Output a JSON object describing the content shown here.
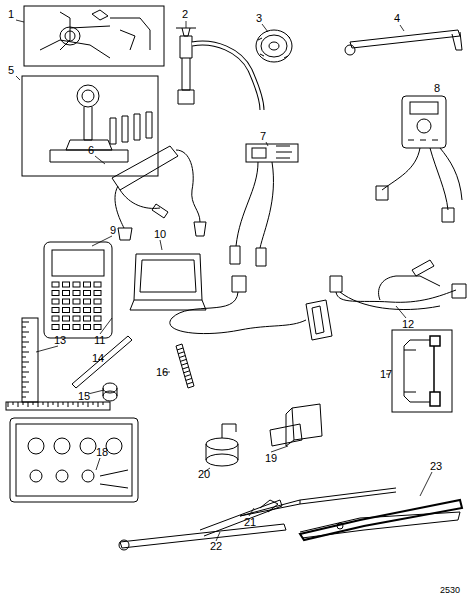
{
  "diagram": {
    "labels": [
      "1",
      "2",
      "3",
      "4",
      "5",
      "8",
      "7",
      "6",
      "9",
      "10",
      "12",
      "11",
      "13",
      "14",
      "16",
      "15",
      "17",
      "18",
      "20",
      "19",
      "23",
      "21",
      "22",
      "2530"
    ]
  }
}
